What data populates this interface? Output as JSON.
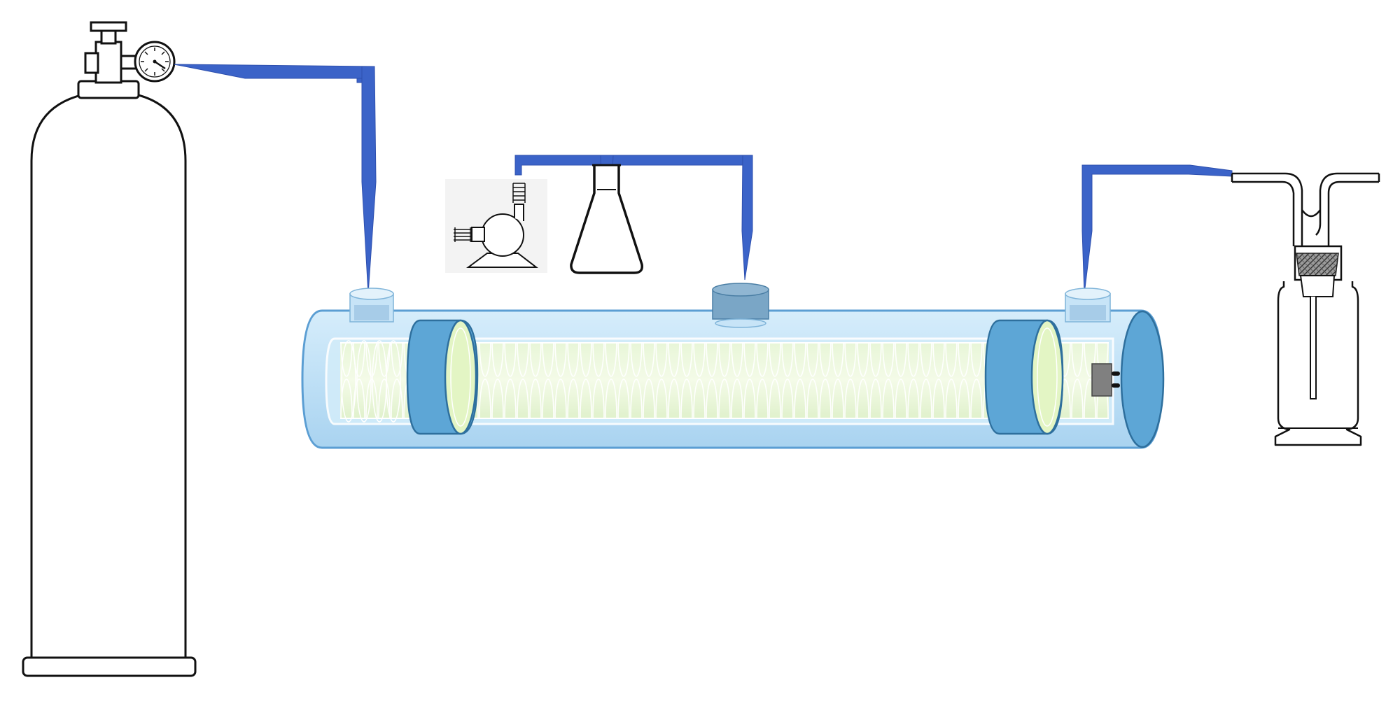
{
  "diagram": {
    "components": [
      {
        "id": "gas-cylinder",
        "icon": "gas-cylinder-icon"
      },
      {
        "id": "pressure-gauge",
        "icon": "pressure-gauge-icon"
      },
      {
        "id": "vacuum-pump",
        "icon": "vacuum-pump-icon"
      },
      {
        "id": "erlenmeyer-flask",
        "icon": "flask-icon"
      },
      {
        "id": "tubular-reactor",
        "icon": "reactor-tube-icon"
      },
      {
        "id": "gas-washing-bottle",
        "icon": "wash-bottle-icon"
      }
    ],
    "connections": [
      {
        "from": "gas-cylinder",
        "to": "tubular-reactor"
      },
      {
        "from": "vacuum-pump",
        "to": "tubular-reactor"
      },
      {
        "from": "tubular-reactor",
        "to": "gas-washing-bottle"
      }
    ],
    "colors": {
      "tubing": "#3b63c8",
      "reactor_glass": "#c9e6f9",
      "reactor_outline": "#5b9ed3",
      "electrode": "#5da6d6",
      "coil": "#dff1c9",
      "line": "#111111"
    }
  }
}
